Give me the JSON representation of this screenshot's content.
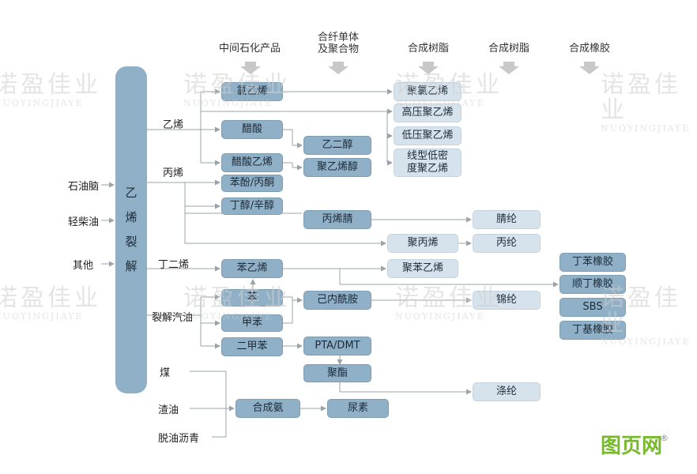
{
  "headers": [
    {
      "id": "h1",
      "text": "中间石化产品"
    },
    {
      "id": "h2",
      "text": "合纤单体\n及聚合物"
    },
    {
      "id": "h3",
      "text": "合成树脂"
    },
    {
      "id": "h4",
      "text": "合成树脂"
    },
    {
      "id": "h5",
      "text": "合成橡胶"
    }
  ],
  "pillar": {
    "chars": [
      "乙",
      "烯",
      "裂",
      "解"
    ]
  },
  "sources": {
    "naphtha": "石油脑",
    "light_diesel": "轻柴油",
    "other": "其他",
    "coal": "煤",
    "residue": "渣油",
    "deasphalted": "脱油沥青"
  },
  "labels": {
    "ethylene": "乙烯",
    "propylene": "丙烯",
    "butadiene": "丁二烯",
    "pyrolysis_gasoline": "裂解汽油"
  },
  "nodes": {
    "vinyl_chloride": "氯乙烯",
    "acetic_acid": "醋酸",
    "vinyl_acetate": "醋酸乙烯",
    "phenol_acetone": "苯酚/丙酮",
    "butanol_octanol": "丁醇/辛醇",
    "styrene": "苯乙烯",
    "benzene": "苯",
    "toluene": "甲苯",
    "xylene": "二甲苯",
    "ethylene_glycol": "乙二醇",
    "pva": "聚乙烯醇",
    "acrylonitrile": "丙烯腈",
    "caprolactam": "己内酰胺",
    "pta_dmt": "PTA/DMT",
    "polyester": "聚酯",
    "synthetic_ammonia": "合成氨",
    "urea": "尿素",
    "pvc": "聚氯乙烯",
    "hdpe": "高压聚乙烯",
    "ldpe": "低压聚乙烯",
    "lldpe": "线型低密\n度聚乙烯",
    "pp": "聚丙烯",
    "ps": "聚苯乙烯",
    "acrylic_fiber": "腈纶",
    "pp_fiber": "丙纶",
    "nylon": "锦纶",
    "polyester_fiber": "涤纶",
    "sbr": "丁苯橡胶",
    "br": "顺丁橡胶",
    "sbs": "SBS",
    "nbr": "丁基橡胶"
  },
  "watermark": {
    "cn": "诺盈佳业",
    "en": "NUOYINGJIAYE"
  },
  "logo": {
    "text": "图页网",
    "reg": "®"
  },
  "colors": {
    "node_dark": "#8fb0c6",
    "node_light": "#d7e3ec",
    "line": "#9aa3aa",
    "logo": "#77b82c"
  }
}
